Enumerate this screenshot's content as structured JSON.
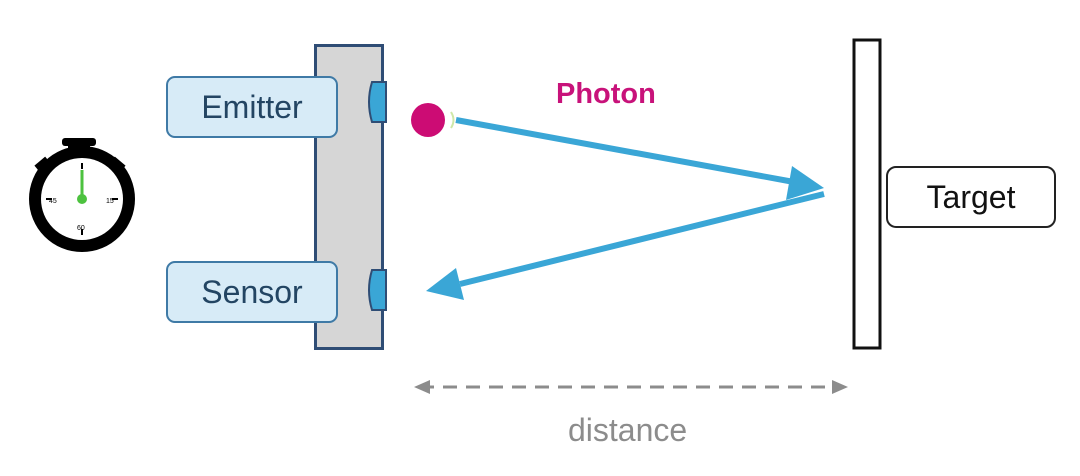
{
  "labels": {
    "emitter": "Emitter",
    "sensor": "Sensor",
    "target": "Target",
    "photon": "Photon",
    "distance": "distance"
  },
  "colors": {
    "beam": "#3aa6d6",
    "photon": "#cc0c74",
    "device_border": "#2f4d75",
    "device_fill": "#d6d6d6",
    "label_fill": "#d7ebf7",
    "stopwatch_hand": "#4dc23f",
    "distance": "#8c8c8c"
  },
  "stopwatch": {
    "ticks": [
      "45",
      "15",
      "60"
    ]
  },
  "icons": [
    "stopwatch-icon",
    "photon-dot"
  ]
}
